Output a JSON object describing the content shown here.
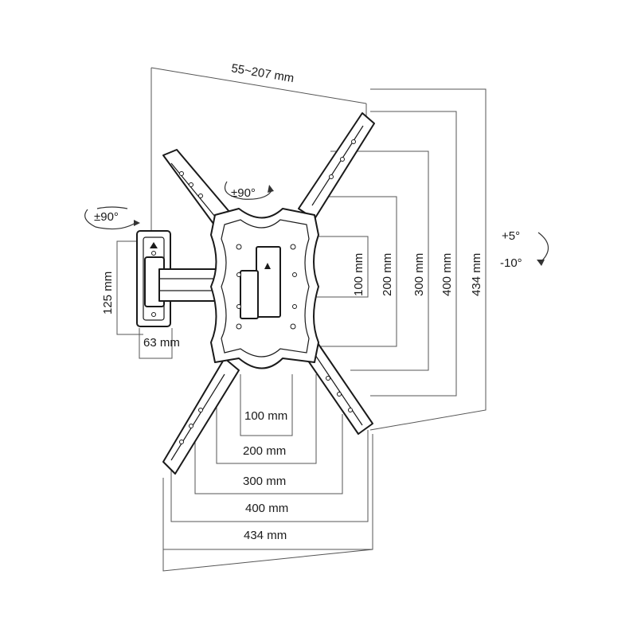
{
  "dimensions": {
    "arm_depth": "55~207 mm",
    "plate_height": "125 mm",
    "plate_width": "63 mm",
    "vertical": [
      "100 mm",
      "200 mm",
      "300 mm",
      "400 mm",
      "434 mm"
    ],
    "horizontal": [
      "100 mm",
      "200 mm",
      "300 mm",
      "400 mm",
      "434 mm"
    ]
  },
  "rotation": {
    "swivel": "±90°",
    "rotate": "±90°",
    "tilt_up": "+5°",
    "tilt_down": "-10°"
  },
  "icons": [
    "rotation-arrow-icon",
    "up-arrow-icon"
  ]
}
